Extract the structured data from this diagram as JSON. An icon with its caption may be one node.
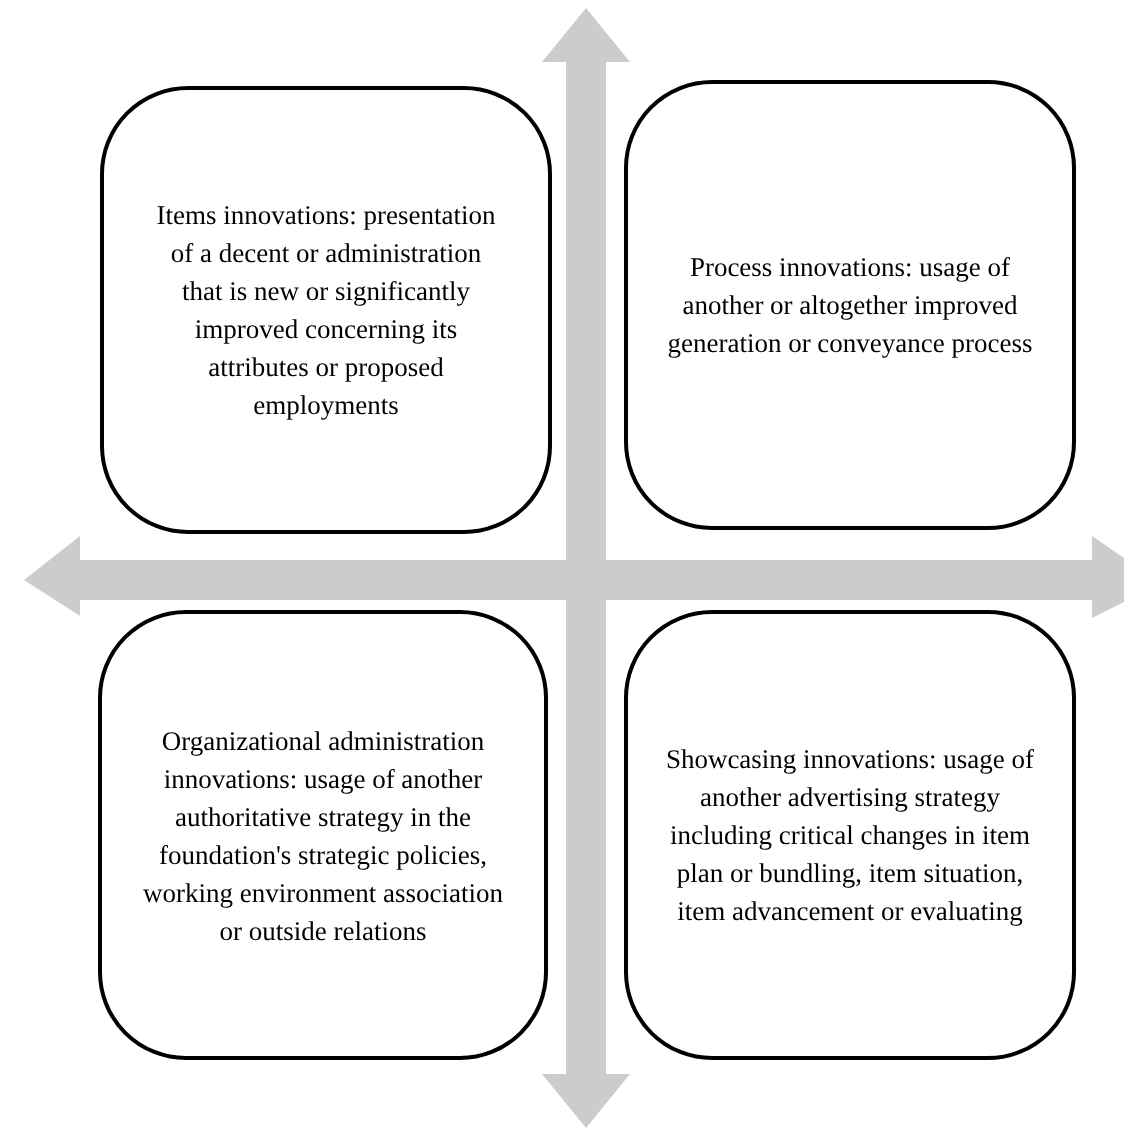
{
  "diagram": {
    "nodes": [
      {
        "text": [
          "Items innovations: presentation of a decent or administration that is new or significantly improved concerning its attributes or proposed employments"
        ]
      },
      {
        "text": [
          "Process innovations: usage of another or altogether improved generation or conveyance process"
        ]
      },
      {
        "text": [
          "Organizational administration innovations: usage of another authoritative strategy in the foundation's strategic policies, working environment association or outside relations"
        ]
      },
      {
        "text": [
          "Showcasing innovations: usage of another advertising strategy including critical changes in item plan or bundling, item situation, item advancement or evaluating"
        ]
      }
    ]
  }
}
